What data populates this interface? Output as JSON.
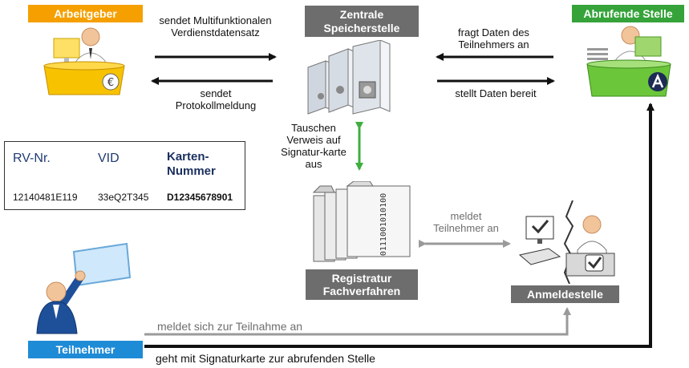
{
  "labels": {
    "employer": "Arbeitgeber",
    "central": "Zentrale Speicherstelle",
    "requesting": "Abrufende Stelle",
    "registry": "Registratur Fachverfahren",
    "registration": "Anmeldestelle",
    "participant": "Teilnehmer"
  },
  "flows": {
    "sends_statement": "sendet Multifunktionalen Verdienstdatensatz",
    "sends_protocol": "sendet Protokollmeldung",
    "requests_data": "fragt Daten des Teilnehmers an",
    "provides_data": "stellt Daten bereit",
    "exchange_ref": "Tauschen Verweis auf Signatur-karte aus",
    "reports_participant": "meldet Teilnehmer an",
    "registers_self": "meldet sich zur Teilnahme an",
    "goes_with_card": "geht mit Signaturkarte zur abrufenden Stelle"
  },
  "card": {
    "col1_header": "RV-Nr.",
    "col2_header": "VID",
    "col3_header": "Karten-Nummer",
    "col1_value": "12140481E119",
    "col2_value": "33eQ2T345",
    "col3_value": "D12345678901"
  },
  "icons": {
    "euro": "€",
    "binary": "0111001010100"
  },
  "colors": {
    "employer": "#f5a000",
    "central": "#6d6d6d",
    "requesting": "#35a33a",
    "participant": "#1e8bd6",
    "green_arrow": "#3fae3f",
    "gray_line": "#9a9a9a"
  }
}
